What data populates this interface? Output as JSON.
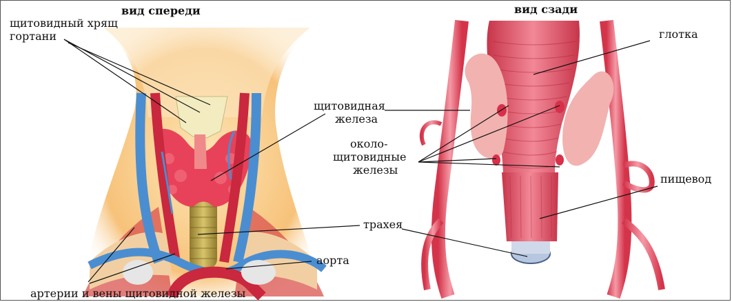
{
  "titles": {
    "front": "вид спереди",
    "back": "вид сзади"
  },
  "labels": {
    "thyroid_cartilage_line1": "щитовидный хрящ",
    "thyroid_cartilage_line2": "гортани",
    "thyroid_gland_line1": "щитовидная",
    "thyroid_gland_line2": "железа",
    "parathyroid_line1": "около-",
    "parathyroid_line2": "щитовидные",
    "parathyroid_line3": "железы",
    "pharynx": "глотка",
    "esophagus": "пищевод",
    "trachea": "трахея",
    "aorta": "аорта",
    "thyroid_vessels": "артерии и вены щитовидной железы"
  }
}
